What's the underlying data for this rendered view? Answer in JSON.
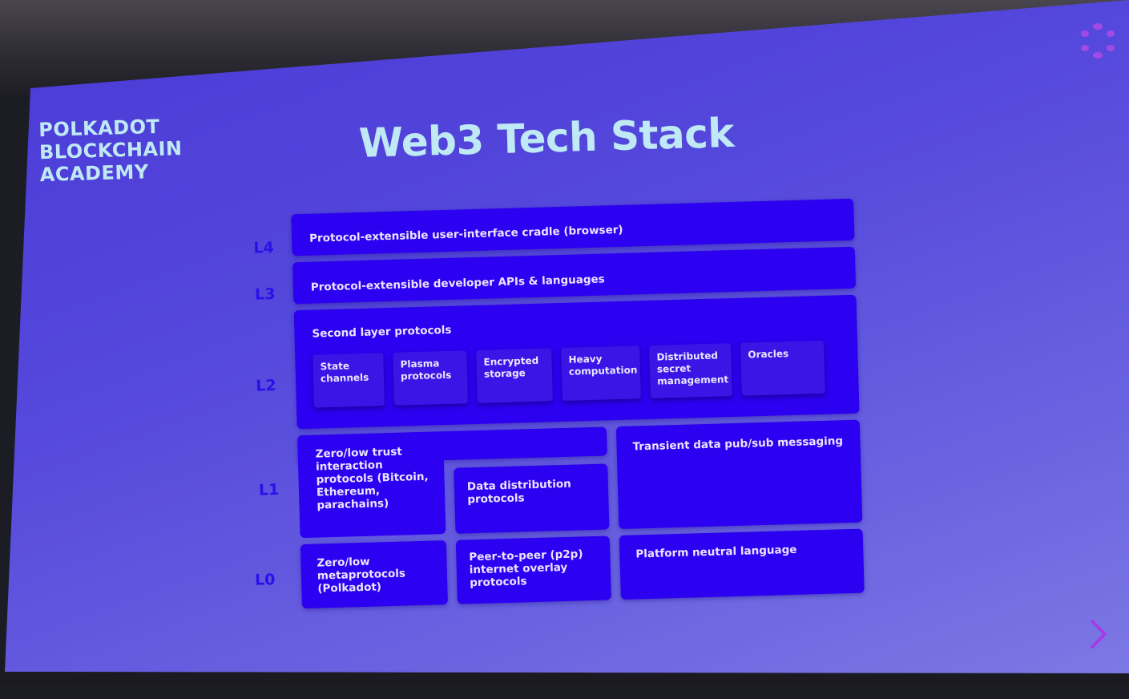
{
  "logo": {
    "lines": [
      "POLKADOT",
      "BLOCKCHAIN",
      "ACADEMY"
    ]
  },
  "title": "Web3 Tech Stack",
  "layers": {
    "L4": {
      "label": "L4",
      "box": "Protocol-extensible user-interface cradle (browser)"
    },
    "L3": {
      "label": "L3",
      "box": "Protocol-extensible developer APIs & languages"
    },
    "L2": {
      "label": "L2",
      "heading": "Second layer protocols",
      "items": [
        "State channels",
        "Plasma protocols",
        "Encrypted storage",
        "Heavy computation",
        "Distributed secret management",
        "Oracles"
      ]
    },
    "L1": {
      "label": "L1",
      "trust": "Zero/low trust interaction protocols (Bitcoin, Ethereum, parachains)",
      "data_distribution": "Data distribution protocols",
      "transient": "Transient data pub/sub messaging"
    },
    "L0": {
      "label": "L0",
      "meta": "Zero/low metaprotocols (Polkadot)",
      "p2p": "Peer-to-peer (p2p) internet overlay protocols",
      "platform": "Platform neutral language"
    }
  },
  "colors": {
    "box": "#2c00f0",
    "slide": "#5548dc",
    "title": "#bfe9f4",
    "accent": "#b04ae8"
  }
}
